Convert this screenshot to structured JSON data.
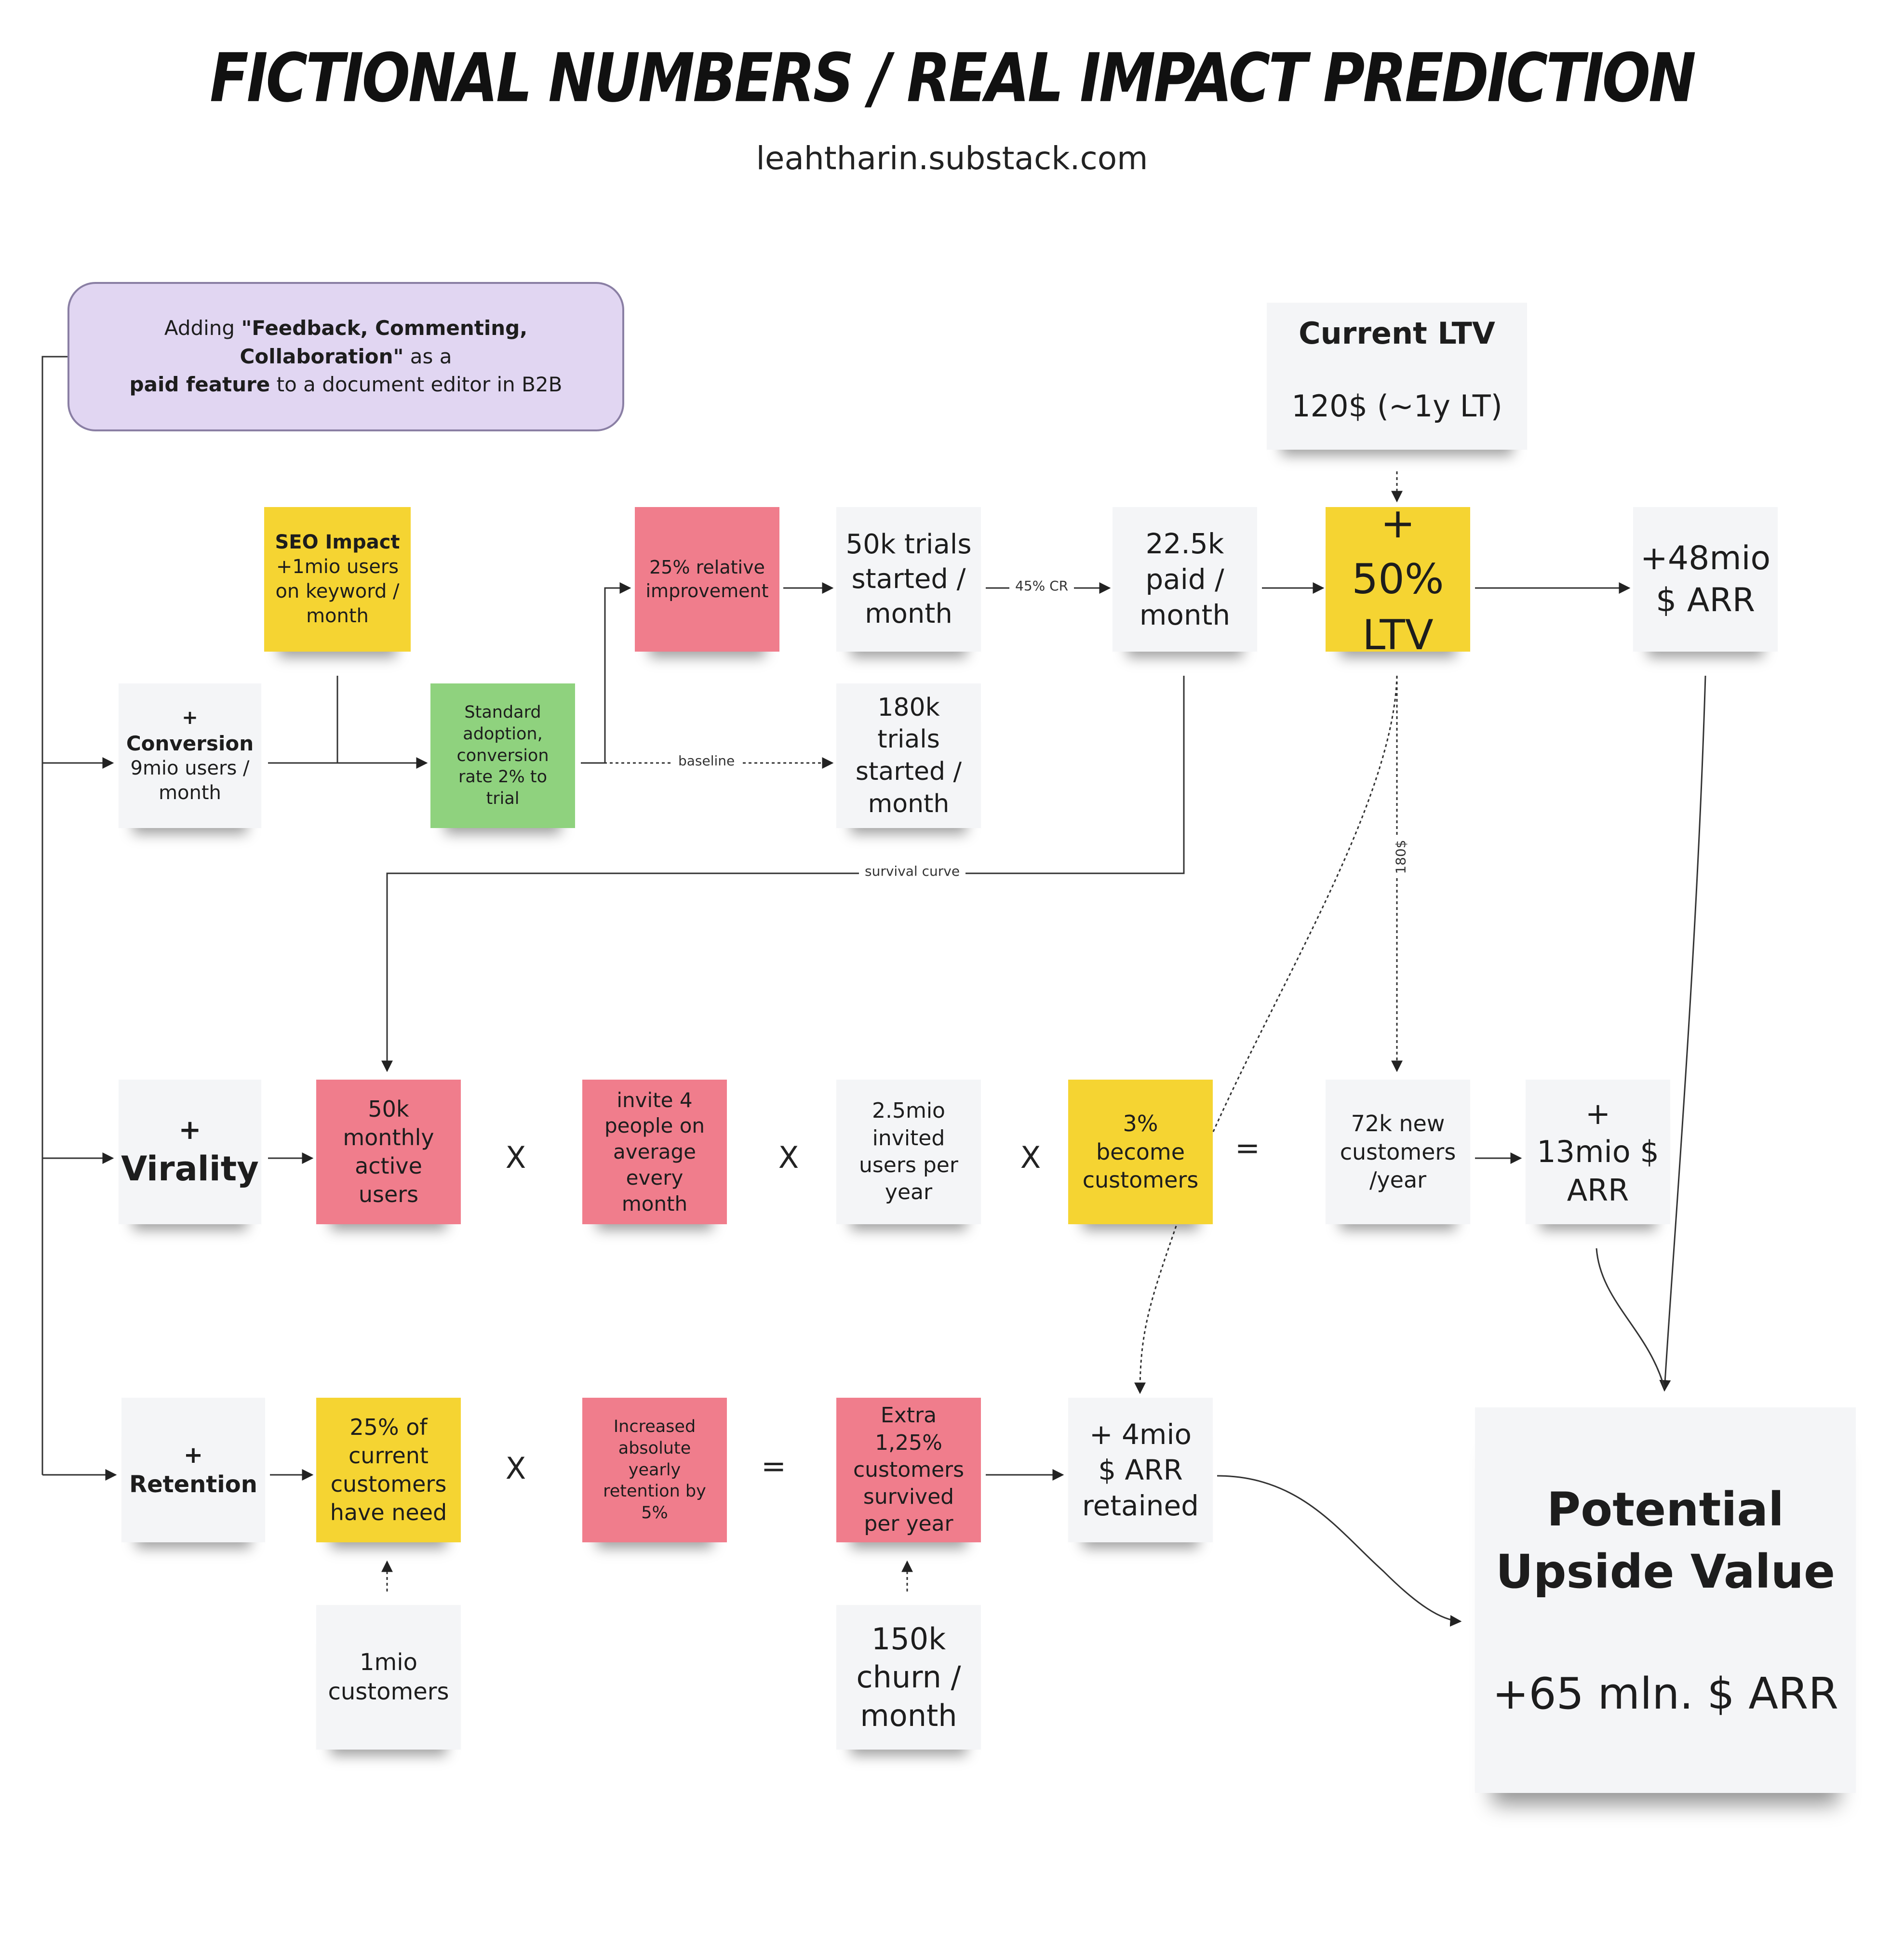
{
  "title": "Fictional Numbers / Real Impact Prediction",
  "subtitle": "leahtharin.substack.com",
  "intro": {
    "prefix": "Adding ",
    "features": "\"Feedback, Commenting, Collaboration\"",
    "middle": " as a",
    "paid": "paid feature",
    "suffix": " to a document editor in B2B"
  },
  "current_ltv": {
    "title": "Current LTV",
    "value": "120$ (~1y LT)"
  },
  "conversion": {
    "plus": "+",
    "title": "Conversion",
    "body": "9mio users / month",
    "seo_title": "SEO Impact",
    "seo_body": "+1mio users on keyword / month",
    "standard": "Standard adoption, conversion rate 2% to trial",
    "relative": "25% relative improvement",
    "trials": "50k trials started / month",
    "baseline_trials": "180k trials started / month",
    "paid": "22.5k paid / month",
    "ltv_boost": "+ 50% LTV",
    "arr": "+48mio $ ARR"
  },
  "edge_labels": {
    "cr": "45% CR",
    "baseline": "baseline",
    "survival": "survival curve",
    "ltv_180": "180$"
  },
  "virality": {
    "plus": "+",
    "title": "Virality",
    "mau": "50k monthly active users",
    "invite": "invite 4 people on average every month",
    "invited": "2.5mio invited users per year",
    "become": "3% become customers",
    "new_customers": "72k new customers /year",
    "arr": "+ 13mio $ ARR",
    "op1": "X",
    "op2": "X",
    "op3": "X",
    "eq": "="
  },
  "retention": {
    "plus": "+",
    "title": "Retention",
    "need": "25% of current customers have need",
    "customers": "1mio customers",
    "increase": "Increased absolute yearly retention by 5%",
    "extra": "Extra 1,25% customers survived per year",
    "churn": "150k churn / month",
    "retained": "+ 4mio $ ARR retained",
    "op1": "X",
    "eq": "="
  },
  "upside": {
    "title": "Potential Upside Value",
    "value": "+65 mln. $ ARR"
  }
}
